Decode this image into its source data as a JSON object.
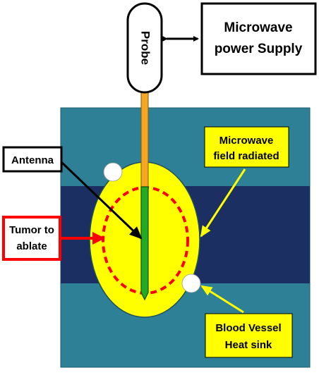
{
  "labels": {
    "probe": "Probe",
    "power_supply_line1": "Microwave",
    "power_supply_line2": "power Supply",
    "microwave_field_line1": "Microwave",
    "microwave_field_line2": "field radiated",
    "antenna": "Antenna",
    "tumor_line1": "Tumor to",
    "tumor_line2": "ablate",
    "blood_vessel_line1": "Blood Vessel",
    "blood_vessel_line2": "Heat sink"
  },
  "colors": {
    "tissue": "#2e8096",
    "vessel": "#1b2f63",
    "field": "#ffff00",
    "tumor_outline": "#ff0000",
    "antenna": "#22aa22",
    "cable": "#f5a623",
    "arrow_yellow": "#ffff00",
    "arrow_red": "#ff0000",
    "arrow_black": "#000000"
  }
}
